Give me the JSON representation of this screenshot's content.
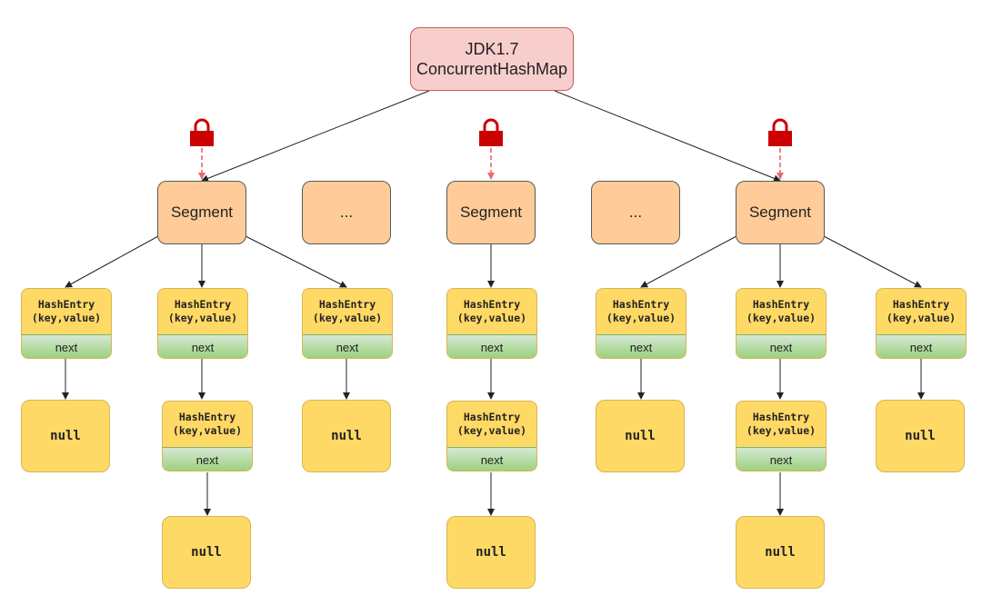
{
  "root": {
    "line1": "JDK1.7",
    "line2": "ConcurrentHashMap"
  },
  "segment_label": "Segment",
  "ellipsis_label": "...",
  "entry": {
    "title_line1": "HashEntry",
    "title_line2": "(key,value)",
    "next_label": "next"
  },
  "null_label": "null",
  "icons": [
    "lock-icon"
  ],
  "colors": {
    "root_fill": "#f8cecc",
    "root_border": "#c55a5a",
    "segment_fill": "#ffcc99",
    "entry_fill": "#ffd966",
    "next_fill": "#d5e8d4",
    "lock": "#cc0000",
    "lock_arrow": "#ea6b66"
  }
}
